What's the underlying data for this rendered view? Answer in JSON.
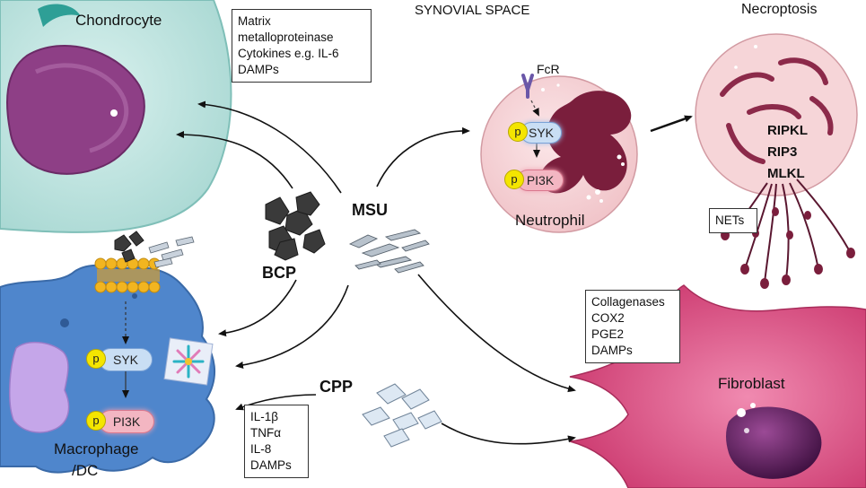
{
  "title": "SYNOVIAL SPACE",
  "cells": {
    "chondrocyte": "Chondrocyte",
    "necroptosis": "Necroptosis",
    "neutrophil": "Neutrophil",
    "fibroblast": "Fibroblast",
    "macrophage_line1": "Macrophage",
    "macrophage_line2": "/DC"
  },
  "crystals": {
    "msu": "MSU",
    "bcp": "BCP",
    "cpp": "CPP"
  },
  "receptor": "FcR",
  "signaling": {
    "p": "p",
    "syk": "SYK",
    "pi3k": "PI3K"
  },
  "necroptosis_markers": [
    "RIPKL",
    "RIP3",
    "MLKL"
  ],
  "boxes": {
    "chondrocyte_products": [
      "Matrix",
      "metalloproteinase",
      "Cytokines e.g. IL-6",
      "DAMPs"
    ],
    "nets": [
      "NETs"
    ],
    "fibroblast_products": [
      "Collagenases",
      "COX2",
      "PGE2",
      "DAMPs"
    ],
    "macrophage_products": [
      "IL-1β",
      "TNFα",
      "IL-8",
      "DAMPs"
    ]
  },
  "colors": {
    "chondrocyte": "#bfe3df",
    "chondrocyte_nucleus": "#8e3f86",
    "neutrophil": "#f6d3d6",
    "neutrophil_nucleus": "#7a1e3c",
    "macrophage": "#4f86cc",
    "fibroblast": "#d84c7c",
    "fibroblast_nucleus": "#5a1858",
    "pi3k": "#f3b6c2",
    "syk": "#c9def4",
    "phospho": "#f4e500"
  }
}
